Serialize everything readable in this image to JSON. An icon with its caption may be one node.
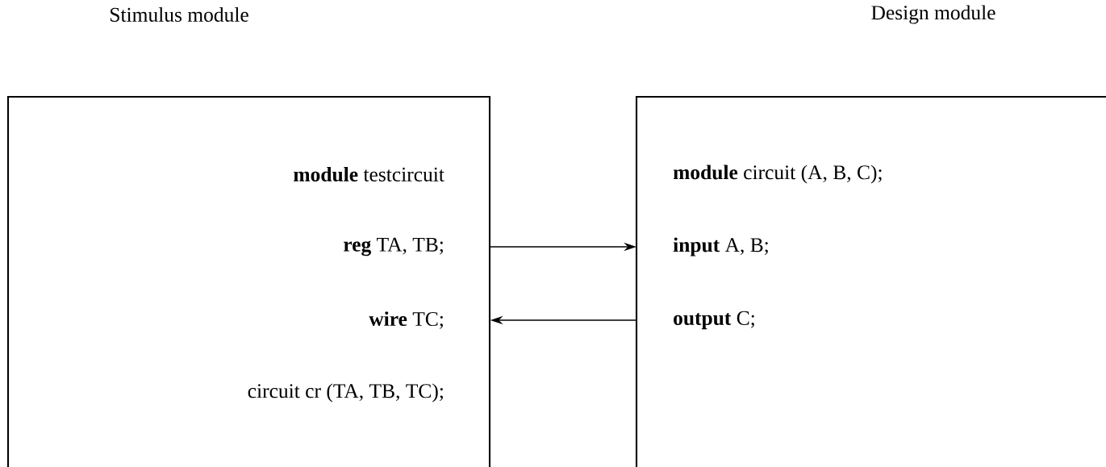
{
  "diagram": {
    "nodes": [
      {
        "text": [
          "Stimulus module",
          "**module** testcircuit",
          "**reg** TA, TB;",
          "**wire** TC;",
          "circuit cr (TA, TB, TC);"
        ]
      },
      {
        "text": [
          "Design module",
          "**module** circuit (A, B, C);",
          "**input**  A, B;",
          "**output** C;"
        ]
      }
    ],
    "edges": [
      {
        "from": 0,
        "to": 1,
        "arrow": "to"
      },
      {
        "from": 1,
        "to": 0,
        "arrow": "to"
      }
    ]
  }
}
